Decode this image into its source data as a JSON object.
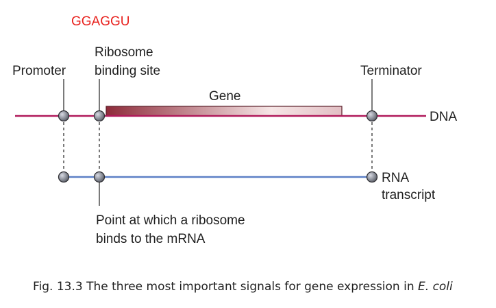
{
  "sequence_label": "GGAGGU",
  "labels": {
    "promoter": "Promoter",
    "rbs_line1": "Ribosome",
    "rbs_line2": "binding site",
    "terminator": "Terminator",
    "gene": "Gene",
    "dna": "DNA",
    "rna_line1": "RNA",
    "rna_line2": "transcript",
    "point_line1": "Point at which a ribosome",
    "point_line2": "binds to the mRNA"
  },
  "caption": {
    "prefix": "Fig. 13.3  The three most important signals for gene expression in ",
    "organism": "E. coli"
  },
  "colors": {
    "sequence": "#e8201c",
    "dna_line": "#b0195a",
    "rna_line": "#5b7fc6",
    "gene_dark": "#8e2b3a",
    "gene_light": "#f6e6e6",
    "marker": "#8b8f99",
    "text": "#1f1f1f"
  }
}
